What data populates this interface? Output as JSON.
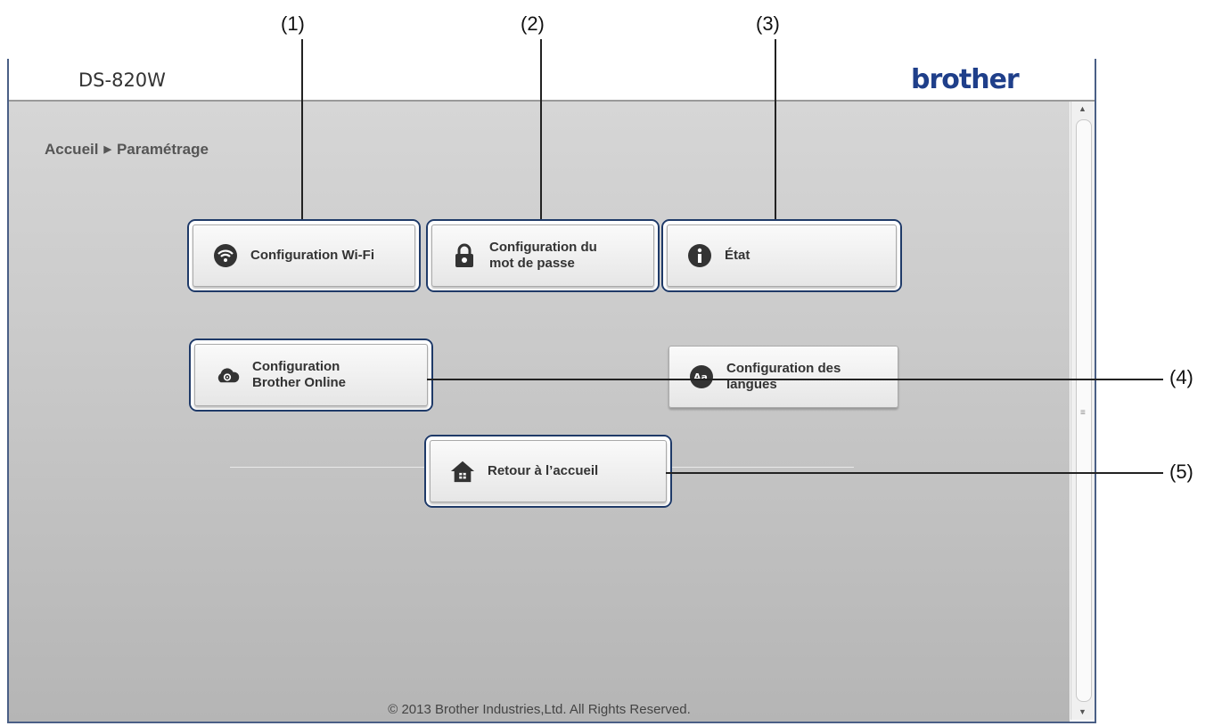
{
  "callouts": {
    "c1": "(1)",
    "c2": "(2)",
    "c3": "(3)",
    "c4": "(4)",
    "c5": "(5)"
  },
  "header": {
    "model": "DS-820W",
    "logo": "brother"
  },
  "breadcrumb": {
    "home": "Accueil",
    "separator_icon": "triangle-right-icon",
    "current": "Paramétrage"
  },
  "buttons": {
    "wifi": {
      "label": "Configuration Wi-Fi",
      "icon": "wifi-icon"
    },
    "password": {
      "label": "Configuration du\nmot de passe",
      "icon": "lock-icon"
    },
    "status": {
      "label": "État",
      "icon": "info-icon"
    },
    "online": {
      "label": "Configuration\nBrother Online",
      "icon": "cloud-gear-icon"
    },
    "language": {
      "label": "Configuration des\nlangues",
      "icon": "language-icon"
    },
    "home": {
      "label": "Retour à l’accueil",
      "icon": "home-icon"
    }
  },
  "footer": "© 2013 Brother Industries,Ltd. All Rights Reserved.",
  "colors": {
    "highlight": "#1f3a68",
    "logo": "#1f3f8a"
  }
}
